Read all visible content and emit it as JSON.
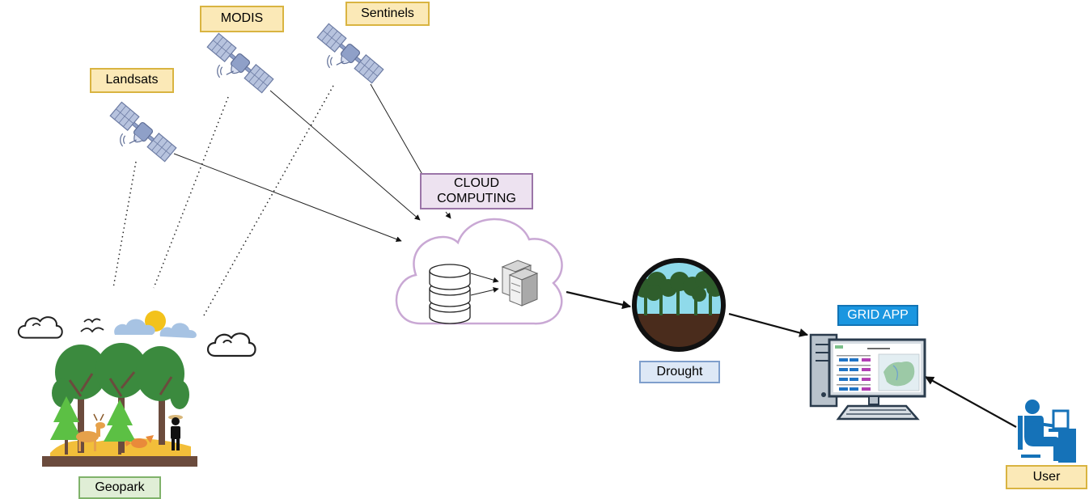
{
  "satellites": {
    "landsats": "Landsats",
    "modis": "MODIS",
    "sentinels": "Sentinels"
  },
  "cloud_computing": "CLOUD\nCOMPUTING",
  "geopark": "Geopark",
  "drought": "Drought",
  "grid_app": "GRID APP",
  "user": "User",
  "colors": {
    "satellite_body": "#8fa0c8",
    "cloud_outline": "#c9a8d4",
    "app_badge": "#1a96e0",
    "user_icon": "#1572b8",
    "tree_canopy": "#3fa14a",
    "ground": "#5a3a2a"
  }
}
